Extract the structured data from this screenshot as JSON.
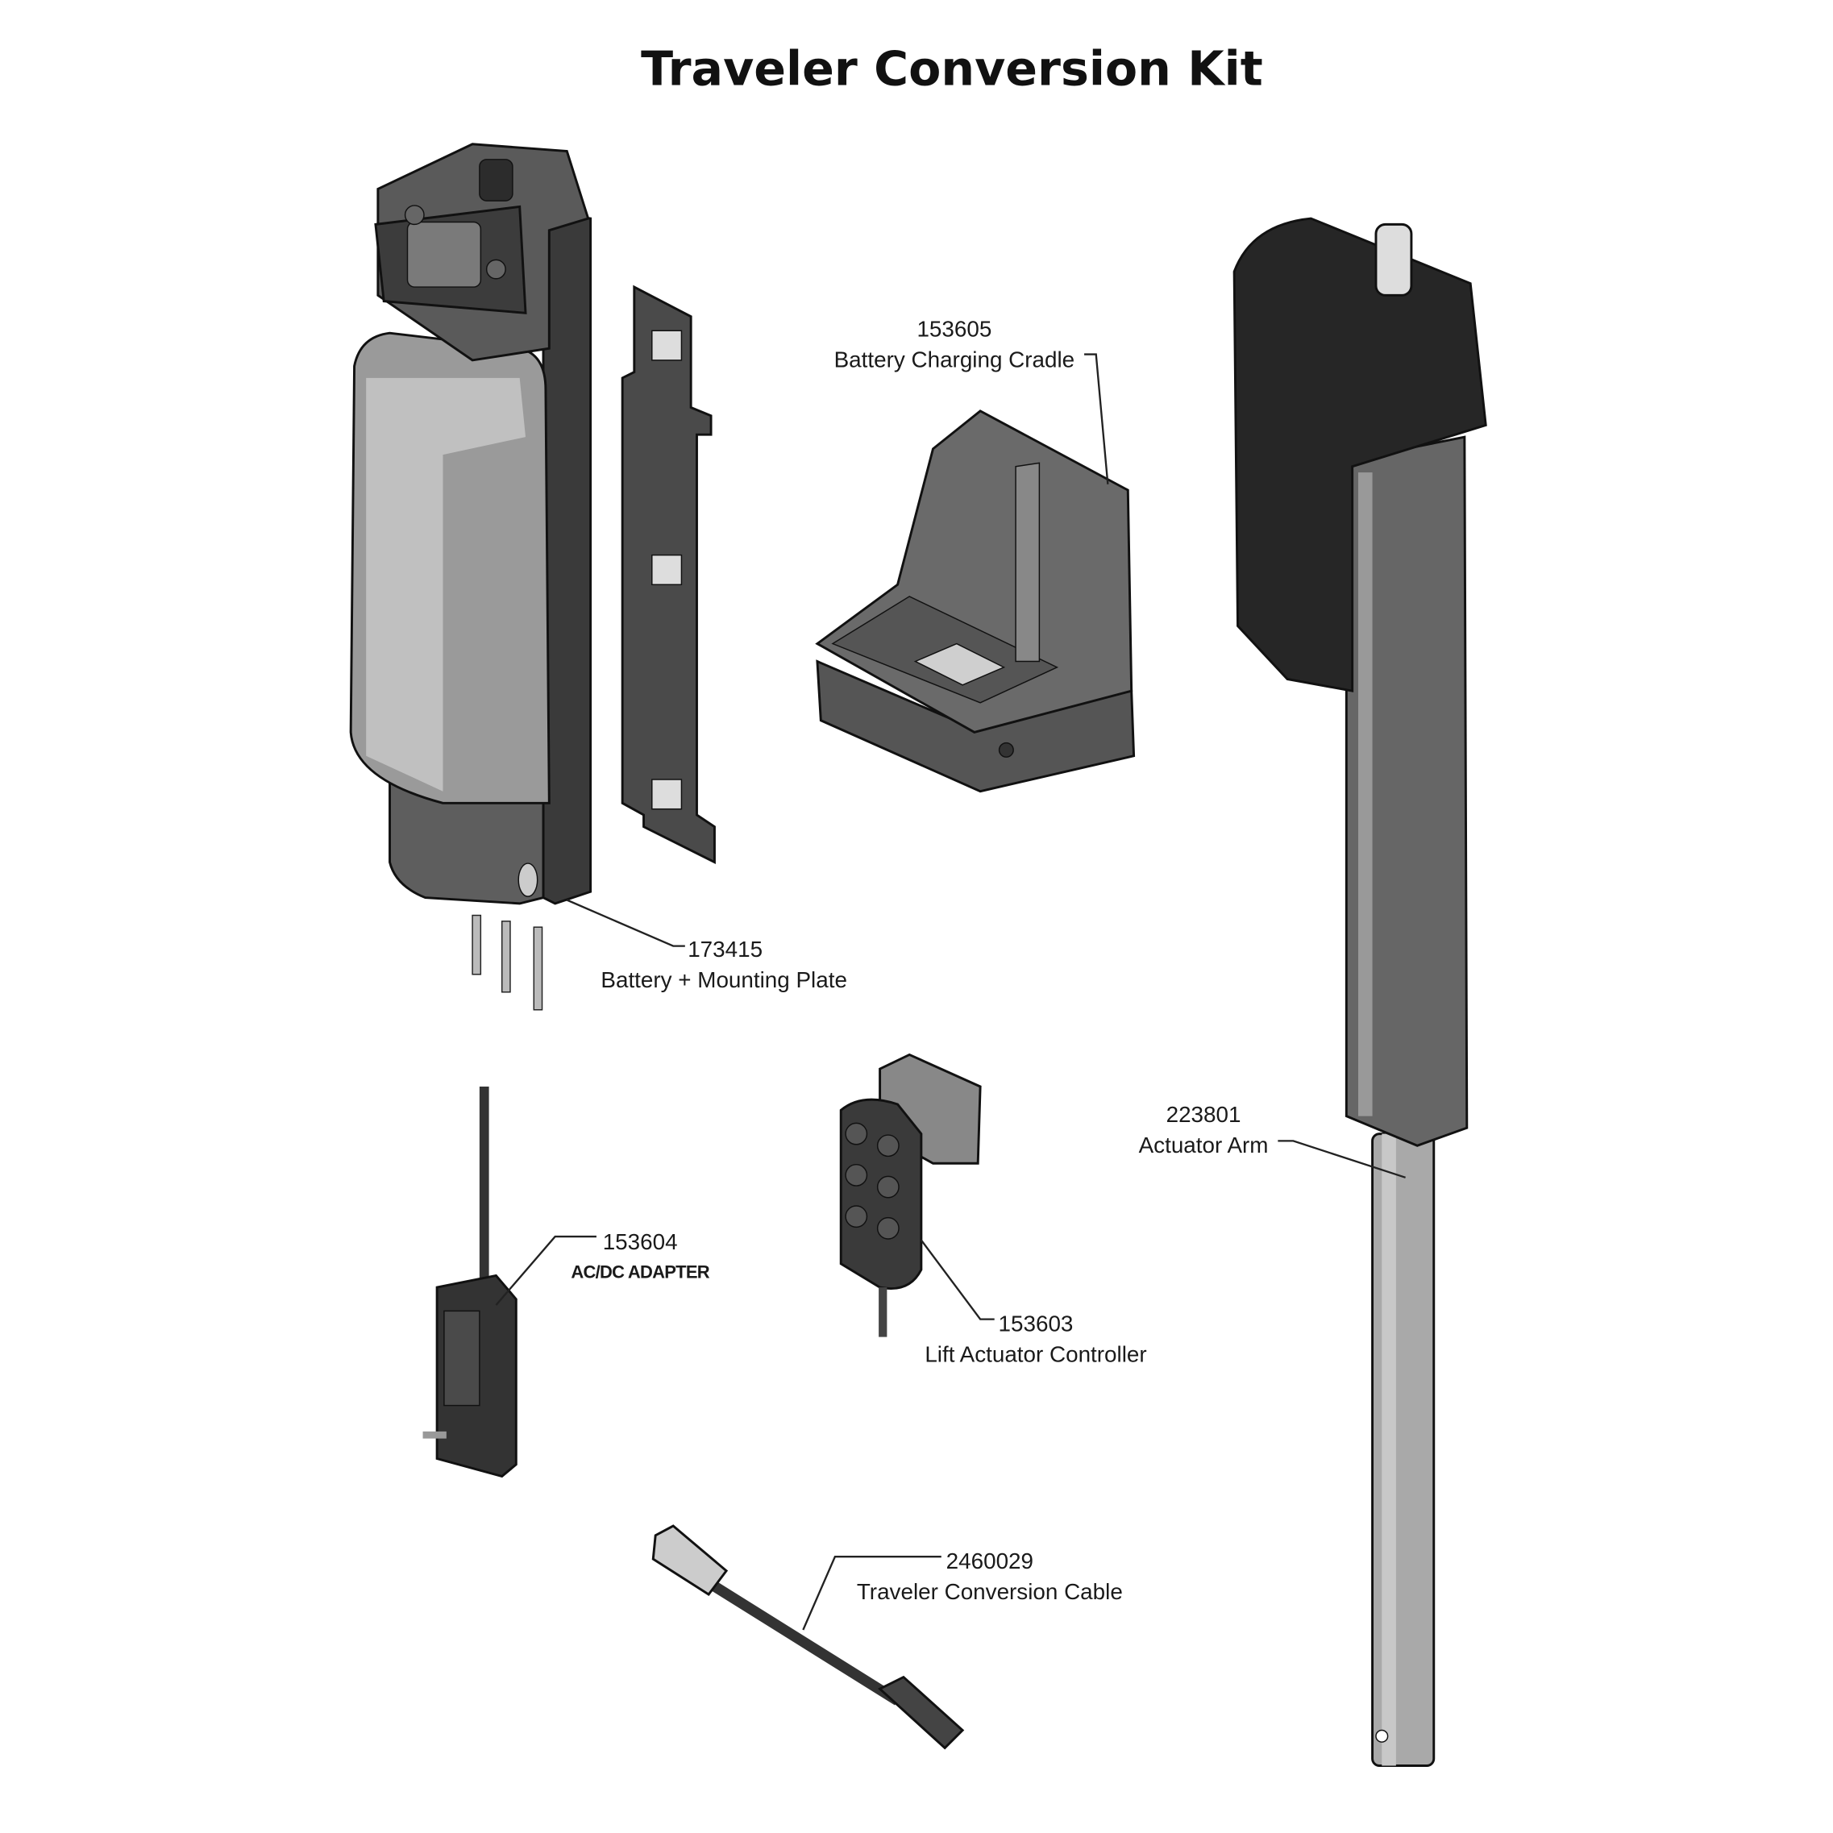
{
  "title": "Traveler Conversion Kit",
  "parts": [
    {
      "number": "153605",
      "name": "Battery Charging Cradle"
    },
    {
      "number": "173415",
      "name": "Battery + Mounting Plate"
    },
    {
      "number": "223801",
      "name": "Actuator Arm"
    },
    {
      "number": "153604",
      "name": "AC/DC ADAPTER"
    },
    {
      "number": "153603",
      "name": "Lift Actuator Controller"
    },
    {
      "number": "2460029",
      "name": "Traveler Conversion Cable"
    }
  ]
}
